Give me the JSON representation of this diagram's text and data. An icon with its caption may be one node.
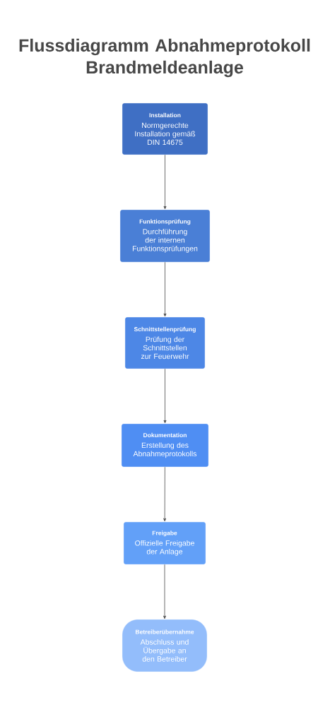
{
  "diagram": {
    "title": "Flussdiagramm Abnahmeprotokoll Brandmeldeanlage",
    "nodes": [
      {
        "text": [
          "Installation",
          "Normgerechte Installation gemäß DIN 14675"
        ]
      },
      {
        "text": [
          "Funktionsprüfung",
          "Durchführung der internen Funktionsprüfungen"
        ]
      },
      {
        "text": [
          "Schnittstellenprüfung",
          "Prüfung der Schnittstellen zur Feuerwehr"
        ]
      },
      {
        "text": [
          "Dokumentation",
          "Erstellung des Abnahmeprotokolls"
        ]
      },
      {
        "text": [
          "Freigabe",
          "Offizielle Freigabe der Anlage"
        ]
      },
      {
        "text": [
          "Betreiberübernahme",
          "Abschluss und Übergabe an den Betreiber"
        ]
      }
    ],
    "edges": [
      {
        "from": 0,
        "to": 1,
        "arrow": "to"
      },
      {
        "from": 1,
        "to": 2,
        "arrow": "to"
      },
      {
        "from": 2,
        "to": 3,
        "arrow": "to"
      },
      {
        "from": 3,
        "to": 4,
        "arrow": "to"
      },
      {
        "from": 4,
        "to": 5,
        "arrow": "to"
      }
    ]
  }
}
